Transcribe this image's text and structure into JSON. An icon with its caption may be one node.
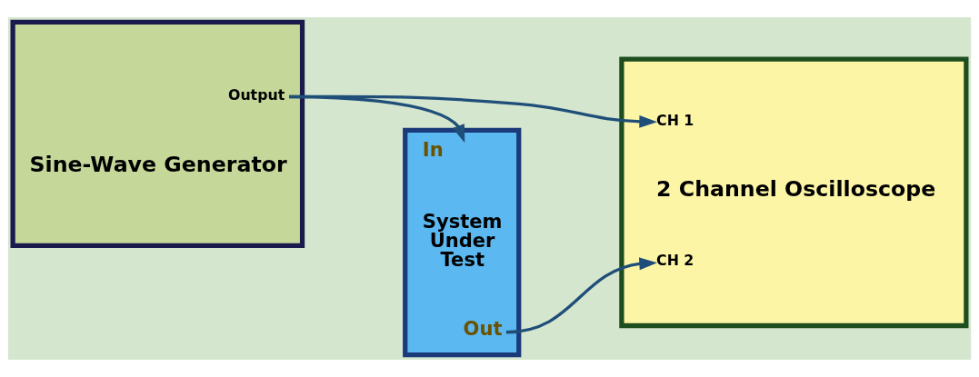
{
  "diagram": {
    "nodes": [
      {
        "text": [
          "Output",
          "Sine-Wave Generator"
        ]
      },
      {
        "text": [
          "In",
          "System Under Test",
          "Out"
        ]
      },
      {
        "text": [
          "CH 1",
          "2 Channel Oscilloscope",
          "CH 2"
        ]
      }
    ],
    "edges": [
      {
        "from": 0,
        "to": 2,
        "arrow": "to"
      },
      {
        "from": 0,
        "to": 1,
        "arrow": "to"
      },
      {
        "from": 1,
        "to": 2,
        "arrow": "to"
      }
    ]
  }
}
